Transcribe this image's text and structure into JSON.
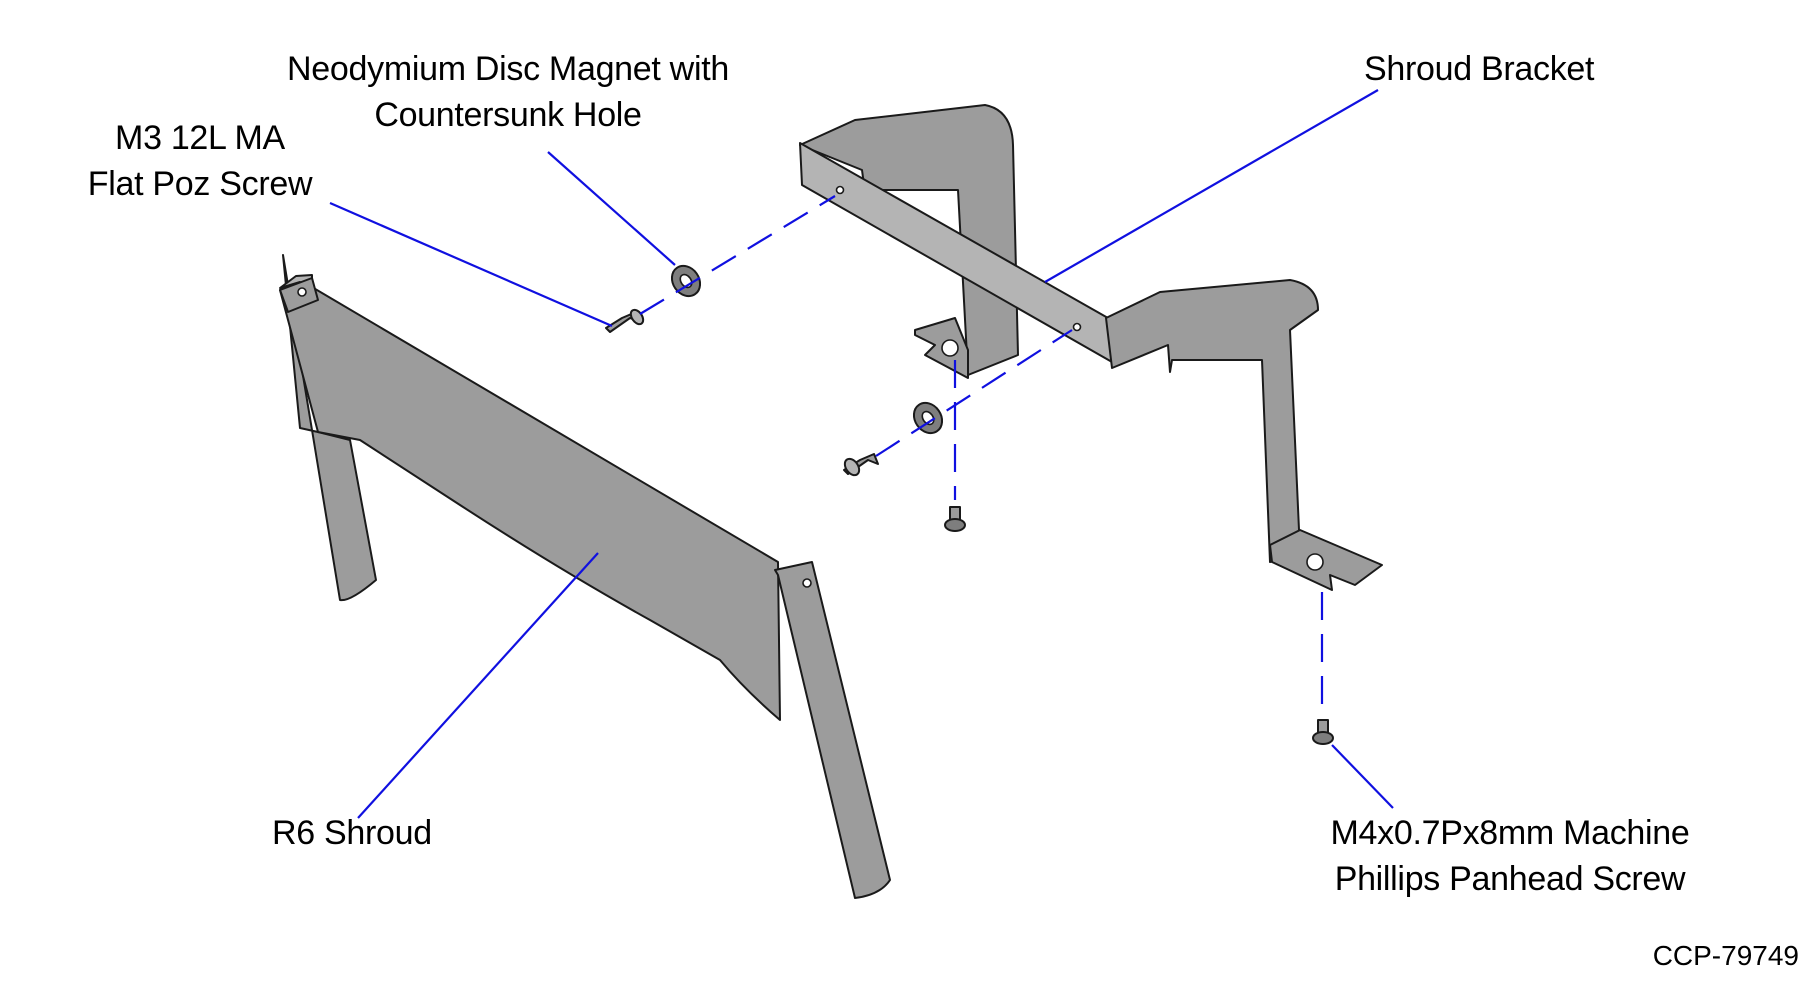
{
  "callouts": {
    "magnet": {
      "line1": "Neodymium Disc Magnet with",
      "line2": "Countersunk Hole"
    },
    "m3_screw": {
      "line1": "M3 12L MA",
      "line2": "Flat Poz Screw"
    },
    "shroud_bracket": {
      "line1": "Shroud Bracket"
    },
    "r6_shroud": {
      "line1": "R6 Shroud"
    },
    "m4_screw": {
      "line1": "M4x0.7Px8mm Machine",
      "line2": "Phillips Panhead Screw"
    }
  },
  "drawing_id": "CCP-79749",
  "colors": {
    "part_fill": "#9c9c9c",
    "part_stroke": "#1a1a1a",
    "leader": "#1010e0"
  }
}
